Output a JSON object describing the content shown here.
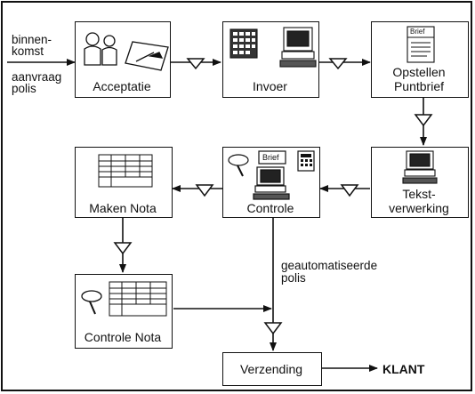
{
  "input": {
    "line1": "binnen-",
    "line2": "komst",
    "line3": "aanvraag",
    "line4": "polis"
  },
  "steps": {
    "acceptatie": "Acceptatie",
    "invoer": "Invoer",
    "opstellen_line1": "Opstellen",
    "opstellen_line2": "Puntbrief",
    "tekst_line1": "Tekst-",
    "tekst_line2": "verwerking",
    "controle": "Controle",
    "maken_nota": "Maken Nota",
    "controle_nota": "Controle Nota",
    "verzending": "Verzending"
  },
  "brief_label": "Brief",
  "edge_label": {
    "line1": "geautomatiseerde",
    "line2": "polis"
  },
  "output": "KLANT"
}
